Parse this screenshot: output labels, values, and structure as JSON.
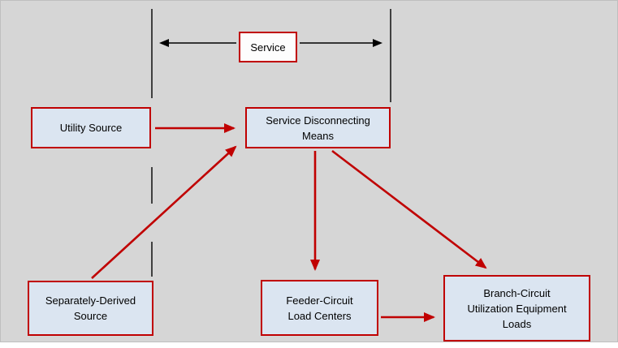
{
  "diagram": {
    "background_color": "#d6d6d6",
    "box_fill_color": "#dbe5f1",
    "service_box_fill_color": "#fdfdfd",
    "box_border_color": "#c00000",
    "red_arrow_color": "#c00000",
    "black_line_color": "#000000"
  },
  "boxes": {
    "service": {
      "label": "Service"
    },
    "utility_source": {
      "label": "Utility Source"
    },
    "service_disconnecting_means": {
      "lines": [
        "Service Disconnecting",
        "Means"
      ]
    },
    "separately_derived_source": {
      "lines": [
        "Separately-Derived",
        "Source"
      ]
    },
    "feeder_circuit_load_centers": {
      "lines": [
        "Feeder-Circuit",
        "Load Centers"
      ]
    },
    "branch_circuit_loads": {
      "lines": [
        "Branch-Circuit",
        "Utilization Equipment",
        "Loads"
      ]
    }
  }
}
